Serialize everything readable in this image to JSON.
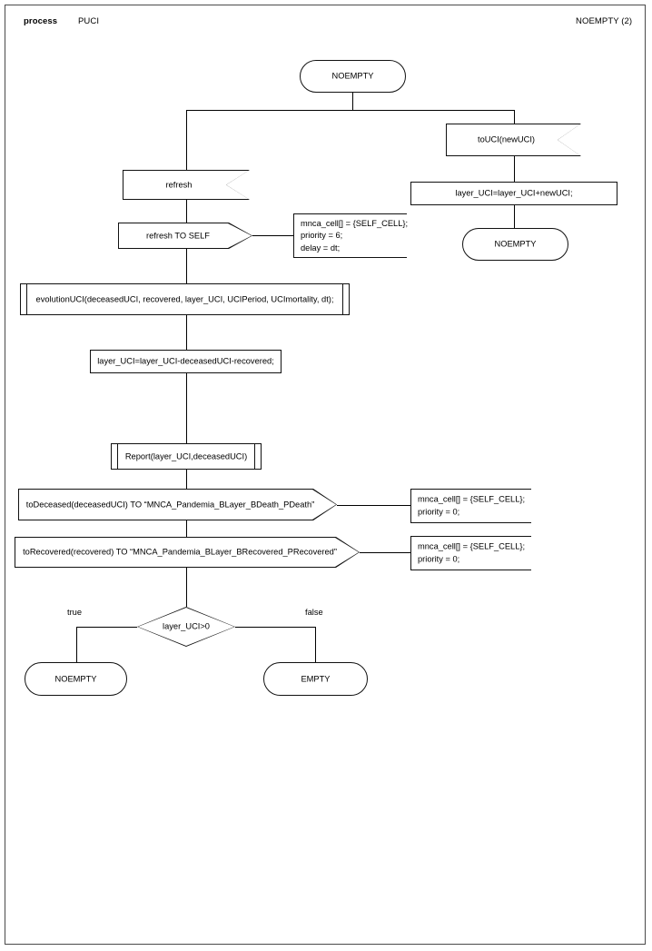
{
  "header": {
    "kind": "process",
    "name": "PUCI",
    "page": "NOEMPTY (2)"
  },
  "nodes": {
    "state_start": {
      "label": "NOEMPTY"
    },
    "input_touci": {
      "label": "toUCI(newUCI)"
    },
    "task_layer_add": {
      "label": "layer_UCI=layer_UCI+newUCI;"
    },
    "state_right_noempty": {
      "label": "NOEMPTY"
    },
    "input_refresh": {
      "label": "refresh"
    },
    "output_refresh_self": {
      "label": "refresh TO SELF"
    },
    "proc_evolution": {
      "label": "evolutionUCI(deceasedUCI, recovered, layer_UCI, UCIPeriod, UCImortality, dt);"
    },
    "task_layer_sub": {
      "label": "layer_UCI=layer_UCI-deceasedUCI-recovered;"
    },
    "proc_report": {
      "label": "Report(layer_UCI,deceasedUCI)"
    },
    "output_deceased": {
      "label": "toDeceased(deceasedUCI) TO “MNCA_Pandemia_BLayer_BDeath_PDeath”"
    },
    "output_recovered": {
      "label": "toRecovered(recovered) TO “MNCA_Pandemia_BLayer_BRecovered_PRecovered”"
    },
    "decision_layer": {
      "label": "layer_UCI>0"
    },
    "state_true_noempty": {
      "label": "NOEMPTY"
    },
    "state_false_empty": {
      "label": "EMPTY"
    }
  },
  "comments": {
    "refresh_self": "mnca_cell[] = {SELF_CELL};\npriority = 6;\ndelay = dt;",
    "deceased": "mnca_cell[] = {SELF_CELL};\npriority = 0;",
    "recovered": "mnca_cell[] = {SELF_CELL};\npriority = 0;"
  },
  "branches": {
    "true": "true",
    "false": "false"
  },
  "colors": {
    "stroke": "#111111",
    "frame": "#4a4a4a",
    "background": "#ffffff"
  }
}
